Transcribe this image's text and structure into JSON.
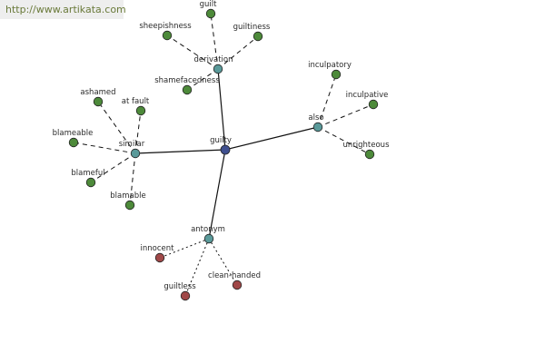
{
  "watermark": "http://www.artikata.com",
  "colors": {
    "center": "#3f4f8f",
    "relation": "#5a9a9a",
    "related": "#4d8a3a",
    "antonym": "#a04848"
  },
  "center": {
    "id": "guilty",
    "label": "guilty"
  },
  "relations": [
    {
      "id": "derivation",
      "label": "derivation",
      "words": [
        "guilt",
        "sheepishness",
        "guiltiness",
        "shamefacedness"
      ]
    },
    {
      "id": "also",
      "label": "also",
      "words": [
        "inculpatory",
        "inculpative",
        "unrighteous"
      ]
    },
    {
      "id": "similar",
      "label": "similar",
      "words": [
        "ashamed",
        "at fault",
        "blameable",
        "blameful",
        "blamable"
      ]
    },
    {
      "id": "antonym",
      "label": "antonym",
      "words": [
        "innocent",
        "guiltless",
        "clean-handed"
      ]
    }
  ]
}
